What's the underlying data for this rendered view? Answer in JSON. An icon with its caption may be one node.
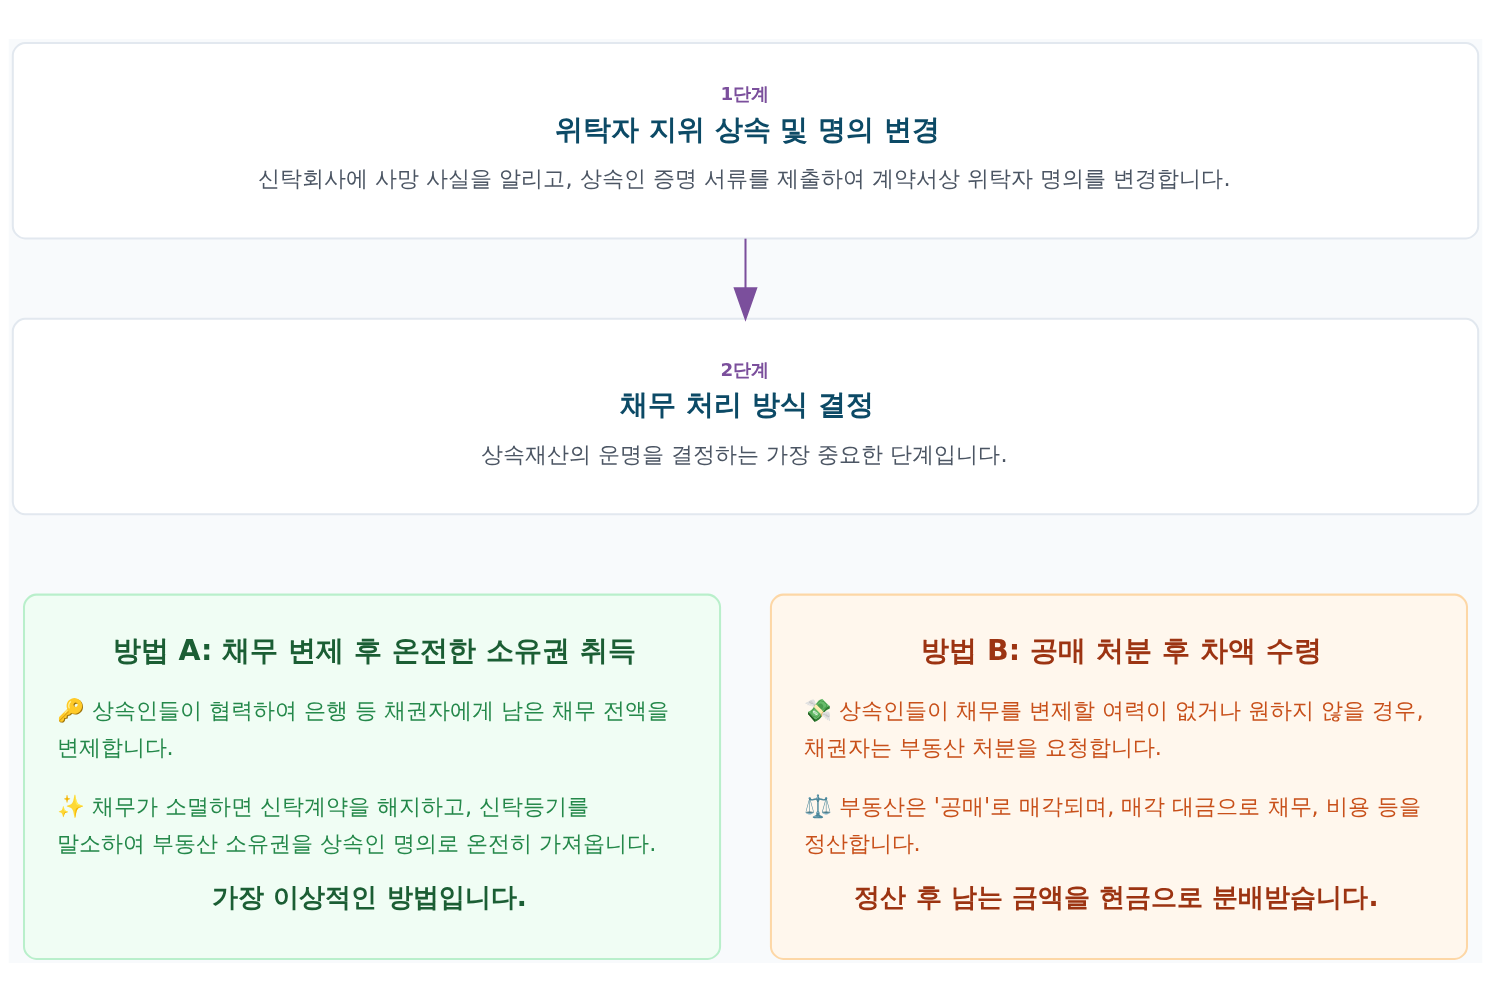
{
  "diagram": {
    "nodes": [
      {
        "text": [
          "1단계",
          "위탁자 지위 상속 및 명의 변경",
          "신탁회사에 사망 사실을 알리고, 상속인 증명 서류를 제출하여 계약서상 위탁자 명의를 변경합니다."
        ]
      },
      {
        "text": [
          "2단계",
          "채무 처리 방식 결정",
          "상속재산의 운명을 결정하는 가장 중요한 단계입니다."
        ]
      },
      {
        "text": [
          "방법 A: 채무 변제 후 온전한 소유권 취득",
          "🔑 상속인들이 협력하여 은행 등 채권자에게 남은 채무 전액을 변제합니다.",
          "✨ 채무가 소멸하면 신탁계약을 해지하고, 신탁등기를 말소하여 부동산 소유권을 상속인 명의로 온전히 가져옵니다.",
          "가장 이상적인 방법입니다."
        ]
      },
      {
        "text": [
          "방법 B: 공매 처분 후 차액 수령",
          "💸 상속인들이 채무를 변제할 여력이 없거나 원하지 않을 경우, 채권자는 부동산 처분을 요청합니다.",
          "⚖️ 부동산은 '공매'로 매각되며, 매각 대금으로 채무, 비용 등을 정산합니다.",
          "정산 후 남는 금액을 현금으로 분배받습니다."
        ]
      }
    ],
    "edges": [
      {
        "from": 0,
        "to": 1,
        "arrow": "to"
      }
    ]
  }
}
